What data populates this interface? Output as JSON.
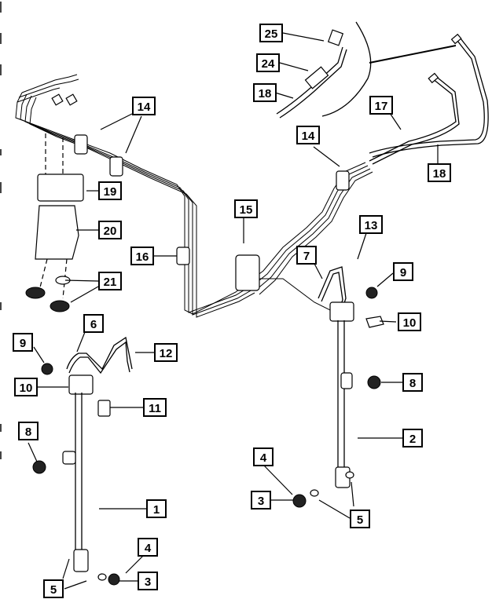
{
  "callouts": {
    "c1": "1",
    "c2": "2",
    "c3a": "3",
    "c3b": "3",
    "c4a": "4",
    "c4b": "4",
    "c5a": "5",
    "c5b": "5",
    "c6": "6",
    "c7": "7",
    "c8a": "8",
    "c8b": "8",
    "c9a": "9",
    "c9b": "9",
    "c10a": "10",
    "c10b": "10",
    "c11": "11",
    "c12": "12",
    "c13": "13",
    "c14a": "14",
    "c14b": "14",
    "c15": "15",
    "c16": "16",
    "c17": "17",
    "c18a": "18",
    "c18b": "18",
    "c19": "19",
    "c20": "20",
    "c21": "21",
    "c24": "24",
    "c25": "25"
  },
  "colors": {
    "line": "#000000",
    "background": "#ffffff"
  }
}
